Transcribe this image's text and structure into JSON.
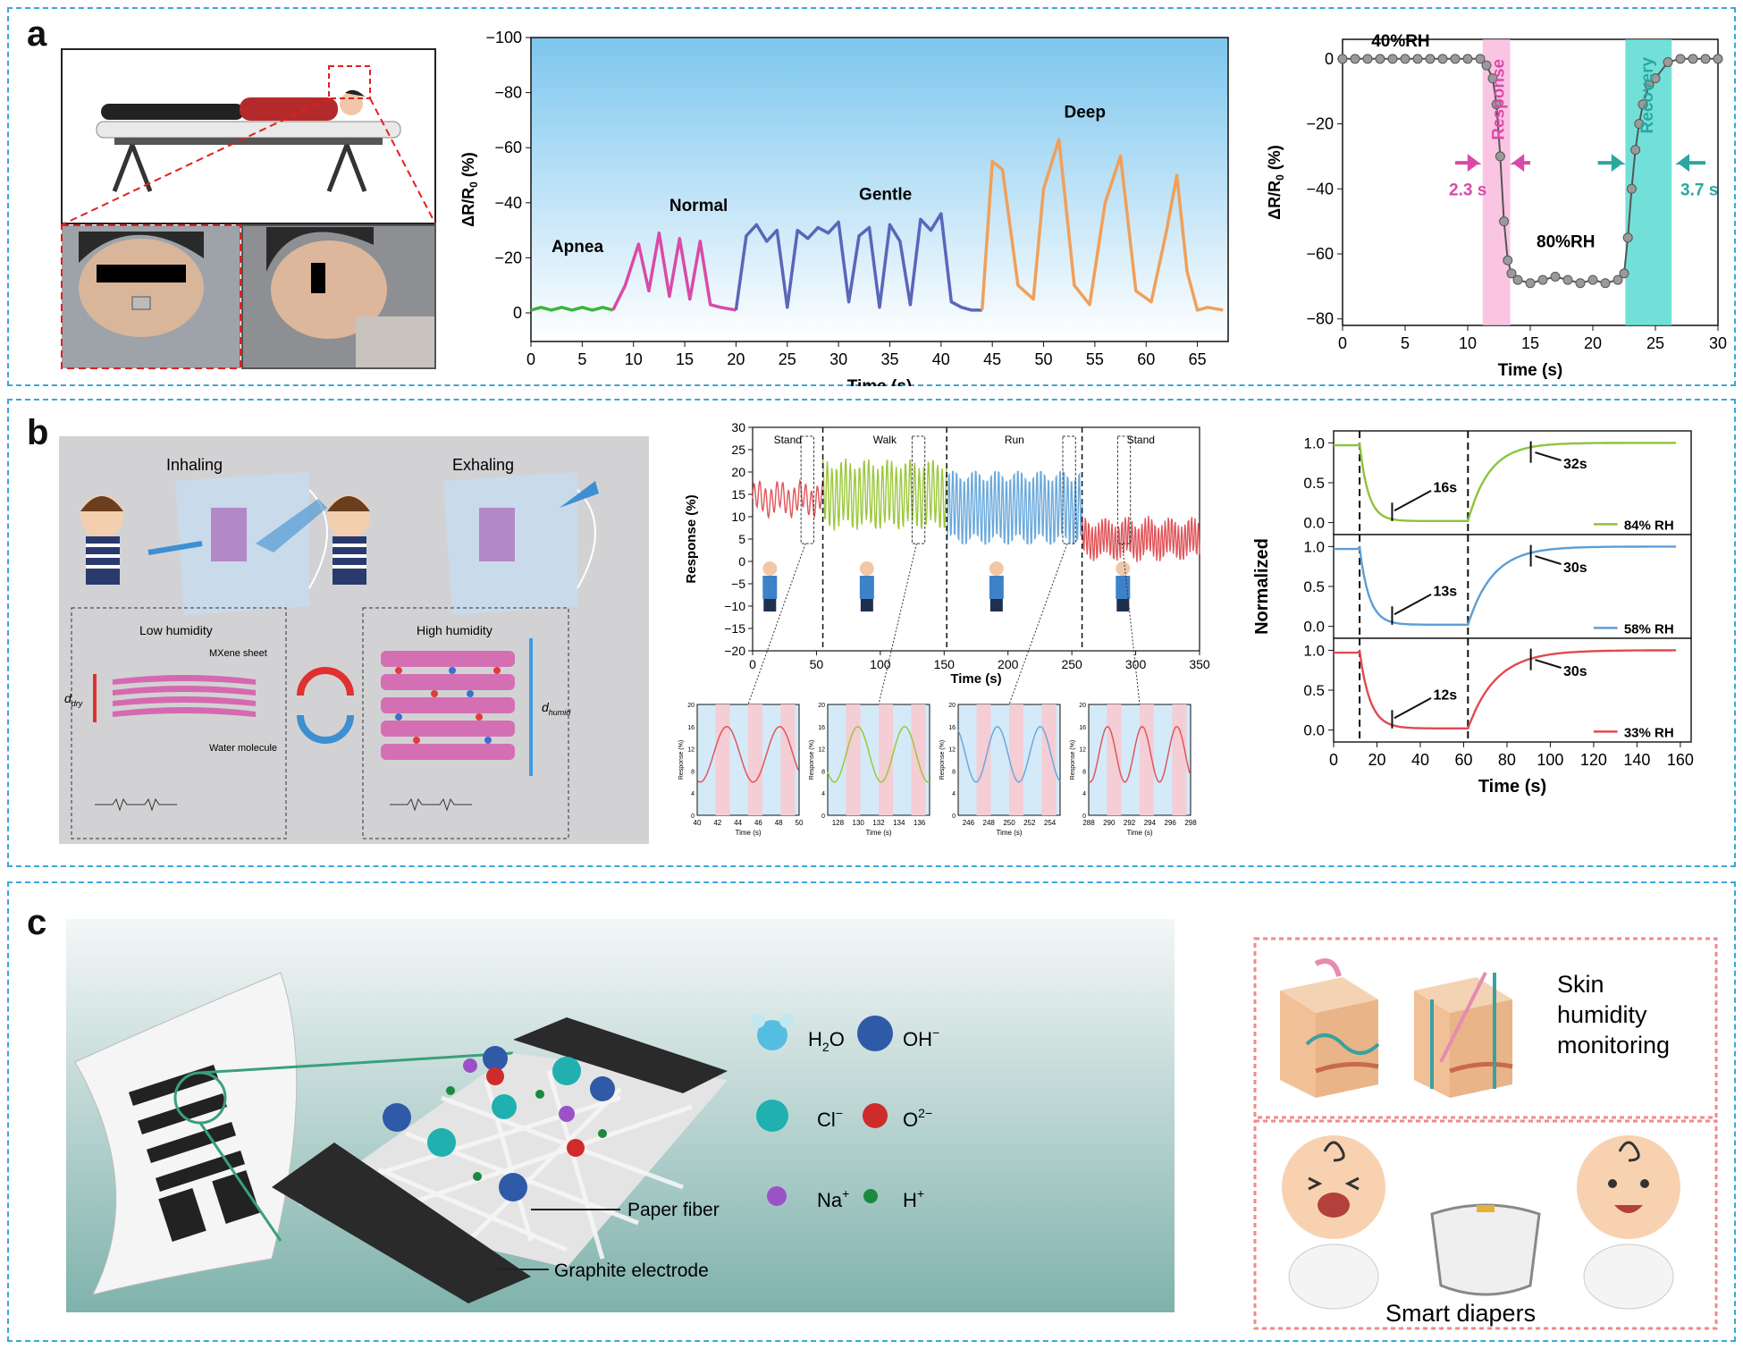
{
  "panels": {
    "a": "a",
    "b": "b",
    "c": "c"
  },
  "panel_a": {
    "chart_breath": {
      "type": "line",
      "xlabel": "Time (s)",
      "ylabel": "ΔR/R0 (%)",
      "xlim": [
        0,
        68
      ],
      "ylim": [
        -100,
        0
      ],
      "y_inverted": true,
      "xticks": [
        0,
        5,
        10,
        15,
        20,
        25,
        30,
        35,
        40,
        45,
        50,
        55,
        60,
        65
      ],
      "yticks": [
        0,
        -20,
        -40,
        -60,
        -80,
        -100
      ],
      "segments": [
        {
          "name": "Apnea",
          "color": "#3cb53c",
          "x": [
            0,
            1,
            2,
            3,
            4,
            5,
            6,
            7,
            8
          ],
          "y": [
            -1,
            -2,
            -1,
            -2,
            -1,
            -2,
            -1,
            -2,
            -1
          ]
        },
        {
          "name": "Normal",
          "color": "#d94aa8",
          "x": [
            8,
            9.2,
            10.5,
            11.5,
            12.5,
            13.5,
            14.5,
            15.5,
            16.5,
            17.5,
            18.5,
            20
          ],
          "y": [
            -1,
            -10,
            -25,
            -8,
            -29,
            -6,
            -27,
            -5,
            -26,
            -3,
            -2,
            -1
          ]
        },
        {
          "name": "Gentle",
          "color": "#5a66b8",
          "x": [
            20,
            21,
            22,
            23,
            24,
            25,
            26,
            27,
            28,
            29,
            30,
            31,
            32,
            33,
            34,
            35,
            36,
            37,
            38,
            39,
            40,
            41,
            42,
            43,
            44
          ],
          "y": [
            -1,
            -28,
            -32,
            -26,
            -30,
            -2,
            -30,
            -27,
            -31,
            -29,
            -33,
            -4,
            -28,
            -31,
            -2,
            -32,
            -26,
            -3,
            -34,
            -30,
            -36,
            -4,
            -2,
            -1,
            -1
          ]
        },
        {
          "name": "Deep",
          "color": "#f0a05a",
          "x": [
            44,
            45,
            46,
            47.5,
            49,
            50,
            51.5,
            53,
            54.5,
            56,
            57.5,
            59,
            60.5,
            62,
            63,
            64,
            65,
            66,
            67.5
          ],
          "y": [
            -1,
            -55,
            -52,
            -10,
            -5,
            -45,
            -63,
            -10,
            -3,
            -40,
            -57,
            -8,
            -4,
            -30,
            -50,
            -15,
            -1,
            -2,
            -1
          ]
        }
      ],
      "labels": [
        "Apnea",
        "Normal",
        "Gentle",
        "Deep"
      ]
    },
    "chart_rh": {
      "type": "scatter",
      "xlabel": "Time (s)",
      "ylabel": "ΔR/R0 (%)",
      "xlim": [
        0,
        30
      ],
      "ylim": [
        -82,
        6
      ],
      "xticks": [
        0,
        5,
        10,
        15,
        20,
        25,
        30
      ],
      "yticks": [
        0,
        -20,
        -40,
        -60,
        -80
      ],
      "x": [
        0,
        1,
        2,
        3,
        4,
        5,
        6,
        7,
        8,
        9,
        10,
        11,
        11.5,
        12,
        12.3,
        12.6,
        12.9,
        13.2,
        13.5,
        14,
        15,
        16,
        17,
        18,
        19,
        20,
        21,
        22,
        22.5,
        22.8,
        23.1,
        23.4,
        23.7,
        24,
        24.5,
        25,
        26,
        27,
        28,
        29,
        30
      ],
      "y": [
        0,
        0,
        0,
        0,
        0,
        0,
        0,
        0,
        0,
        0,
        0,
        0,
        -2,
        -6,
        -14,
        -30,
        -50,
        -62,
        -66,
        -68,
        -69,
        -68,
        -67,
        -68,
        -69,
        -68,
        -69,
        -68,
        -66,
        -55,
        -40,
        -28,
        -20,
        -14,
        -8,
        -6,
        -1,
        0,
        0,
        0,
        0
      ],
      "annotations": {
        "low_rh": "40%RH",
        "high_rh": "80%RH",
        "response": "Response",
        "recovery": "Recovery",
        "response_time": "2.3 s",
        "recovery_time": "3.7 s"
      },
      "response_band": [
        11.2,
        13.4
      ],
      "recovery_band": [
        22.6,
        26.3
      ]
    }
  },
  "panel_b": {
    "illustration": {
      "inhaling": "Inhaling",
      "exhaling": "Exhaling",
      "low_humidity": "Low humidity",
      "high_humidity": "High humidity",
      "mxene_sheet": "MXene sheet",
      "water_molecule": "Water molecule",
      "d_dry": "d",
      "d_dry_sub": "dry",
      "d_humid": "d",
      "d_humid_sub": "humid"
    },
    "chart_activity": {
      "type": "line",
      "xlabel": "Time (s)",
      "ylabel": "Response (%)",
      "xlim": [
        0,
        350
      ],
      "ylim": [
        -20,
        30
      ],
      "xticks": [
        0,
        50,
        100,
        150,
        200,
        250,
        300,
        350
      ],
      "yticks": [
        -20,
        -15,
        -10,
        -5,
        0,
        5,
        10,
        15,
        20,
        25,
        30
      ],
      "phases": [
        {
          "name": "Stand",
          "from": 0,
          "to": 55,
          "color": "#e0565b",
          "center": 14,
          "amp": 3,
          "period": 4.5
        },
        {
          "name": "Walk",
          "from": 55,
          "to": 152,
          "color": "#9cc83c",
          "center": 15,
          "amp": 7,
          "period": 3.6
        },
        {
          "name": "Run",
          "from": 152,
          "to": 258,
          "color": "#6aa9dc",
          "center": 12,
          "amp": 8,
          "period": 3
        },
        {
          "name": "Stand",
          "from": 258,
          "to": 350,
          "color": "#e0565b",
          "center": 5,
          "amp": 4,
          "period": 2.6
        }
      ],
      "zoom_windows": [
        [
          40,
          50
        ],
        [
          127,
          137
        ],
        [
          245,
          255
        ],
        [
          288,
          298
        ]
      ]
    },
    "insets": [
      {
        "xticks": [
          40,
          42,
          44,
          46,
          48,
          50
        ],
        "xlim": [
          40,
          50
        ],
        "color": "#e0565b",
        "period": 5.2
      },
      {
        "xticks": [
          128,
          130,
          132,
          134,
          136
        ],
        "xlim": [
          127,
          137
        ],
        "color": "#9cc83c",
        "period": 4.6
      },
      {
        "xticks": [
          246,
          248,
          250,
          252,
          254
        ],
        "xlim": [
          245,
          255
        ],
        "color": "#6aa9dc",
        "period": 4.2
      },
      {
        "xticks": [
          288,
          290,
          292,
          294,
          296,
          298
        ],
        "xlim": [
          288,
          298
        ],
        "color": "#e0565b",
        "period": 3.4
      }
    ],
    "inset_ylabel": "Response (%)",
    "inset_xlabel": "Time (s)",
    "inset_yticks": [
      0,
      4,
      8,
      12,
      16,
      20
    ],
    "chart_normalized": {
      "type": "line",
      "xlabel": "Time (s)",
      "ylabel": "Normalized",
      "xlim": [
        0,
        165
      ],
      "ylim": [
        -0.15,
        1.15
      ],
      "xticks": [
        0,
        20,
        40,
        60,
        80,
        100,
        120,
        140,
        160
      ],
      "yticks": [
        0.0,
        0.5,
        1.0
      ],
      "series": [
        {
          "name": "84% RH",
          "color": "#8cc43c",
          "t_down": "16s",
          "t_up": "32s"
        },
        {
          "name": "58% RH",
          "color": "#5a9ed6",
          "t_down": "13s",
          "t_up": "30s"
        },
        {
          "name": "33% RH",
          "color": "#e04a50",
          "t_down": "12s",
          "t_up": "30s"
        }
      ],
      "vlines": [
        12,
        62
      ]
    }
  },
  "panel_c": {
    "ions": {
      "h2o": "H",
      "h2o_sub": "2",
      "h2o_tail": "O",
      "oh": "OH",
      "oh_sup": "−",
      "cl": "Cl",
      "cl_sup": "−",
      "o": "O",
      "o_sup": "2−",
      "na": "Na",
      "na_sup": "+",
      "h": "H",
      "h_sup": "+"
    },
    "labels": {
      "paper_fiber": "Paper fiber",
      "graphite_electrode": "Graphite electrode"
    },
    "app": {
      "skin_line1": "Skin",
      "skin_line2": "humidity",
      "skin_line3": "monitoring",
      "diapers": "Smart diapers"
    }
  }
}
